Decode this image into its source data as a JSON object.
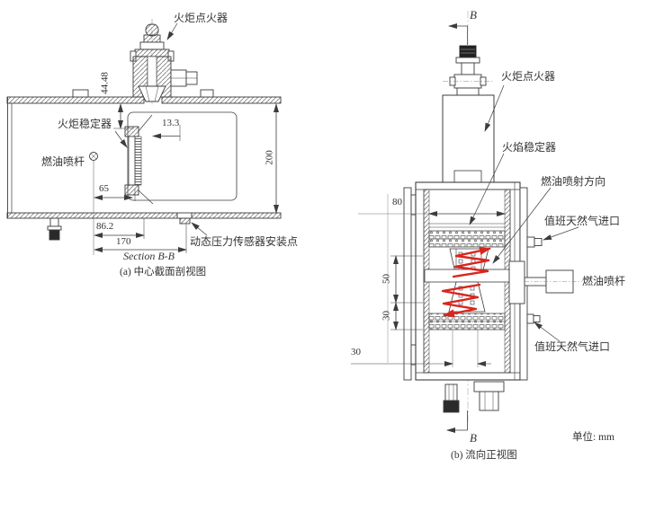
{
  "figure": {
    "unit_note": "单位: mm"
  },
  "colors": {
    "line": "#3c3c3c",
    "spray": "#d9251d"
  },
  "view_a": {
    "caption": "(a) 中心截面剖视图",
    "section_label": "Section B-B",
    "labels": {
      "igniter": "火炬点火器",
      "stabilizer": "火炬稳定器",
      "fuel_rod": "燃油喷杆",
      "sensor_point": "动态压力传感器安装点"
    },
    "dimensions": {
      "wall_to_stabilizer": "44.48",
      "stabilizer_depth": "13.3",
      "duct_height": "200",
      "rod_to_stabilizer": "65",
      "rod_to_gutter": "86.2",
      "rod_to_sensor": "170"
    }
  },
  "view_b": {
    "caption": "(b) 流向正视图",
    "section_marker_top": "B",
    "section_marker_bottom": "B",
    "labels": {
      "igniter": "火炬点火器",
      "stabilizer": "火焰稳定器",
      "injection_direction": "燃油喷射方向",
      "pilot_gas_inlet_top": "值班天然气进口",
      "fuel_rod": "燃油喷杆",
      "pilot_gas_inlet_bottom": "值班天然气进口"
    },
    "dimensions": {
      "duct_width": "80",
      "row_spacing": "50",
      "row_offset": "30",
      "gutter_width": "30"
    }
  }
}
